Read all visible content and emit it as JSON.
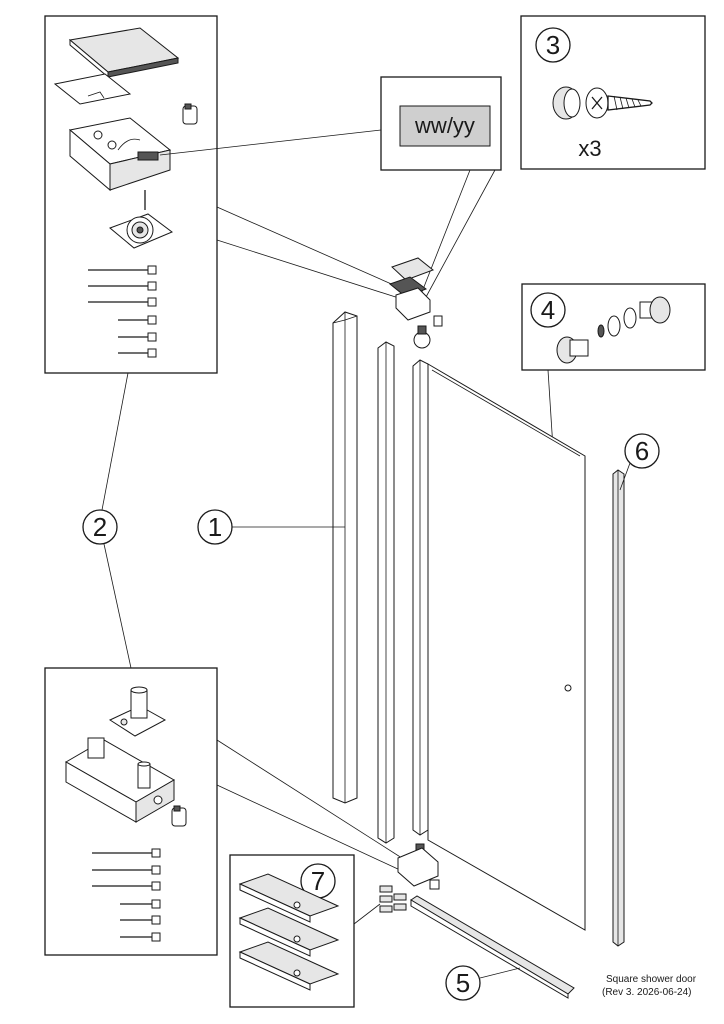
{
  "callouts": {
    "c1": "1",
    "c2": "2",
    "c3": "3",
    "c4": "4",
    "c5": "5",
    "c6": "6",
    "c7": "7"
  },
  "date_label": "ww/yy",
  "screw_qty": "x3",
  "caption": {
    "line1": "Square shower door",
    "line2": "(Rev 3. 2026-06-24)"
  }
}
